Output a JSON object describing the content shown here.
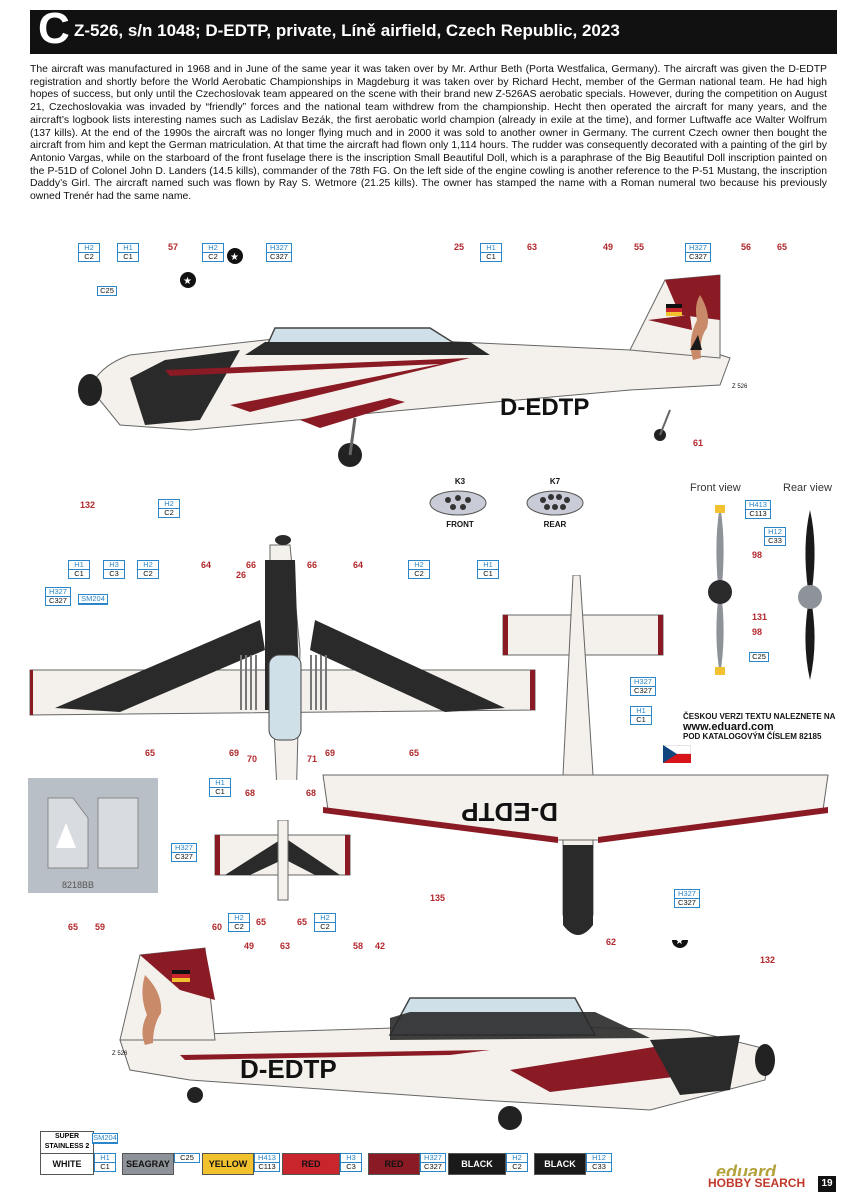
{
  "header": {
    "letter": "C",
    "title": "Z-526, s/n 1048; D-EDTP, private, Líně airfield, Czech Republic, 2023"
  },
  "description": "The aircraft was manufactured in 1968 and in June of the same year it was taken over by Mr. Arthur Beth (Porta Westfalica, Germany). The aircraft was given the D-EDTP registration and shortly before the World Aerobatic Championships in Magdeburg it was taken over by Richard Hecht, member of the German national team. He had high hopes of success, but only until the Czechoslovak team appeared on the scene with their brand new Z-526AS aerobatic specials. However, during the competition on August 21, Czechoslovakia was invaded by “friendly” forces and the national team withdrew from the championship. Hecht then operated the aircraft for many years, and the aircraft’s logbook lists interesting names such as Ladislav Bezák, the first aerobatic world champion (already in exile at the time), and former Luftwaffe ace Walter Wolfrum (137 kills). At the end of the 1990s the aircraft was no longer flying much and in 2000 it was sold to another owner in Germany. The current Czech owner then bought the aircraft from him and kept the German matriculation. At that time the aircraft had flown only 1,114 hours. The rudder was consequently decorated with a painting of the girl by Antonio Vargas, while on the starboard of the front fuselage there is the inscription Small Beautiful Doll, which is a paraphrase of the Big Beautiful Doll inscription painted on the P-51D of Colonel John D. Landers (14.5 kills), commander of the 78th FG. On the left side of the engine cowling is another reference to the P-51 Mustang, the inscription Daddy’s Girl. The aircraft named such was flown by Ray S. Wetmore (21.25 kills). The owner has stamped the name with a Roman numeral two because his previously owned Trenér had the same name.",
  "registration": "D-EDTP",
  "type_marking": "Z 526",
  "nose_art_text": "Small Beautiful Doll",
  "mask_code": "8218BB",
  "top_codes": [
    {
      "t": "H2",
      "b": "C2"
    },
    {
      "t": "H1",
      "b": "C1"
    },
    {
      "t": "H2",
      "b": "C2"
    },
    {
      "t": "H327",
      "b": "C327"
    },
    {
      "t": "H1",
      "b": "C1"
    },
    {
      "t": "H327",
      "b": "C327"
    }
  ],
  "c25": "C25",
  "top_nums": [
    "57",
    "25",
    "63",
    "49",
    "55",
    "56",
    "65",
    "132",
    "61"
  ],
  "instrument_panels": {
    "front": {
      "code": "K3",
      "label": "FRONT"
    },
    "rear": {
      "code": "K7",
      "label": "REAR"
    }
  },
  "prop": {
    "front_title": "Front view",
    "rear_title": "Rear view",
    "codes": [
      {
        "t": "H413",
        "b": "C113"
      },
      {
        "t": "H12",
        "b": "C33"
      }
    ],
    "nums": [
      "98",
      "131",
      "98"
    ],
    "c25": "C25"
  },
  "upper_wing": {
    "codes": [
      {
        "t": "H1",
        "b": "C1"
      },
      {
        "t": "H3",
        "b": "C3"
      },
      {
        "t": "H2",
        "b": "C2"
      },
      {
        "t": "H2",
        "b": "C2"
      },
      {
        "t": "H1",
        "b": "C1"
      },
      {
        "t": "H327",
        "b": "C327"
      }
    ],
    "sm204": "SM204",
    "nums_top": [
      "64",
      "26",
      "66",
      "66",
      "64"
    ],
    "nums_bottom": [
      "65",
      "69",
      "70",
      "71",
      "69",
      "65"
    ]
  },
  "tail_top": {
    "codes": [
      {
        "t": "H1",
        "b": "C1"
      },
      {
        "t": "H327",
        "b": "C327"
      },
      {
        "t": "H2",
        "b": "C2"
      },
      {
        "t": "H2",
        "b": "C2"
      }
    ],
    "nums": [
      "68",
      "68",
      "65",
      "65"
    ]
  },
  "lower_side": {
    "codes": [
      {
        "t": "H327",
        "b": "C327"
      },
      {
        "t": "H1",
        "b": "C1"
      },
      {
        "t": "H327",
        "b": "C327"
      }
    ],
    "nums": [
      "135"
    ]
  },
  "czech_note": {
    "line1": "ČESKOU VERZI TEXTU NALEZNETE NA",
    "url": "www.eduard.com",
    "line3": "POD KATALOGOVÝM ČÍSLEM 82185"
  },
  "bottom_nums": [
    "65",
    "59",
    "60",
    "49",
    "63",
    "58",
    "42",
    "62",
    "132"
  ],
  "legend": [
    {
      "name": "SUPER STAINLESS 2",
      "code": {
        "t": "",
        "b": "SM204"
      },
      "bg": "#ffffff",
      "fg": "#111111"
    },
    {
      "name": "WHITE",
      "code": {
        "t": "H1",
        "b": "C1"
      },
      "bg": "#ffffff",
      "fg": "#111111"
    },
    {
      "name": "SEAGRAY",
      "code": {
        "t": "",
        "b": "C25"
      },
      "bg": "#8e9299",
      "fg": "#111111"
    },
    {
      "name": "YELLOW",
      "code": {
        "t": "H413",
        "b": "C113"
      },
      "bg": "#f2c12e",
      "fg": "#111111"
    },
    {
      "name": "RED",
      "code": {
        "t": "H3",
        "b": "C3"
      },
      "bg": "#c8252d",
      "fg": "#111111"
    },
    {
      "name": "RED",
      "code": {
        "t": "H327",
        "b": "C327"
      },
      "bg": "#8a1a24",
      "fg": "#111111"
    },
    {
      "name": "BLACK",
      "code": {
        "t": "H2",
        "b": "C2"
      },
      "bg": "#1a1a1a",
      "fg": "#ffffff"
    },
    {
      "name": "BLACK",
      "code": {
        "t": "H12",
        "b": "C33"
      },
      "bg": "#1a1a1a",
      "fg": "#ffffff"
    }
  ],
  "watermark": "HOBBY SEARCH",
  "brand": "eduard",
  "page_num": "19"
}
